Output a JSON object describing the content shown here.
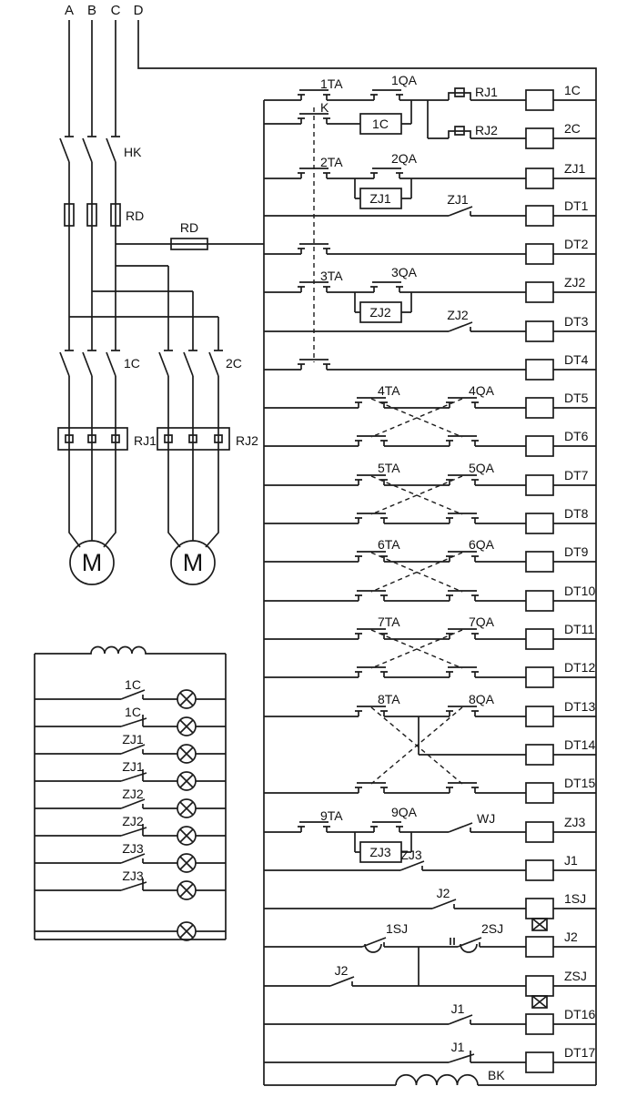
{
  "diagram": {
    "power": {
      "phases": [
        "A",
        "B",
        "C",
        "D"
      ],
      "switch": "HK",
      "fuse_branch": "RD",
      "fuse_control": "RD",
      "contactor1": "1C",
      "contactor2": "2C",
      "overload1": "RJ1",
      "overload2": "RJ2",
      "motor1": "M",
      "motor2": "M"
    },
    "indicator_panel": {
      "lamp_contacts": [
        "1C",
        "1C",
        "ZJ1",
        "ZJ1",
        "ZJ2",
        "ZJ2",
        "ZJ3",
        "ZJ3"
      ]
    },
    "ladder": {
      "coils": [
        "1C",
        "2C",
        "ZJ1",
        "DT1",
        "DT2",
        "ZJ2",
        "DT3",
        "DT4",
        "DT5",
        "DT6",
        "DT7",
        "DT8",
        "DT9",
        "DT10",
        "DT11",
        "DT12",
        "DT13",
        "DT14",
        "DT15",
        "ZJ3",
        "J1",
        "1SJ",
        "J2",
        "ZSJ",
        "DT16",
        "DT17"
      ],
      "contacts": {
        "ta1": "1TA",
        "qa1": "1QA",
        "k": "K",
        "latch1": "1C",
        "rj1": "RJ1",
        "rj2": "RJ2",
        "ta2": "2TA",
        "qa2": "2QA",
        "latch_zj1": "ZJ1",
        "zj1_no": "ZJ1",
        "ta3": "3TA",
        "qa3": "3QA",
        "latch_zj2": "ZJ2",
        "zj2_no": "ZJ2",
        "ta4": "4TA",
        "qa4": "4QA",
        "ta5": "5TA",
        "qa5": "5QA",
        "ta6": "6TA",
        "qa6": "6QA",
        "ta7": "7TA",
        "qa7": "7QA",
        "ta8": "8TA",
        "qa8": "8QA",
        "ta9": "9TA",
        "qa9": "9QA",
        "latch_zj3": "ZJ3",
        "wj": "WJ",
        "zj3_no": "ZJ3",
        "j2_no_a": "J2",
        "sj1": "1SJ",
        "sj2": "2SJ",
        "j2_no_b": "J2",
        "j1_no": "J1",
        "j1_nc": "J1"
      },
      "brake_coil": "BK"
    }
  }
}
